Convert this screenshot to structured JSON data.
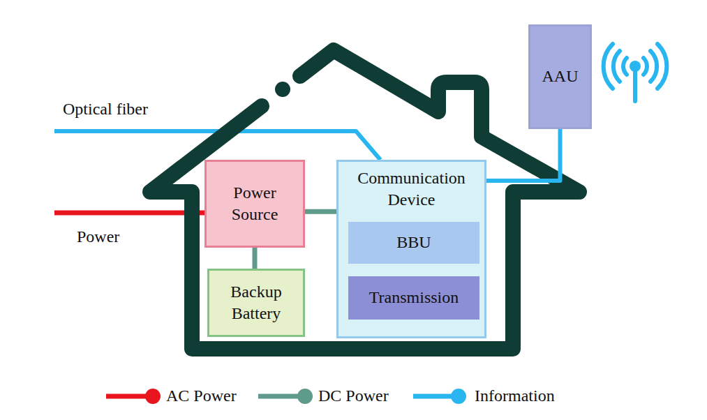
{
  "diagram": {
    "nodes": [
      {
        "text": [
          "AAU"
        ]
      },
      {
        "text": [
          "Power Source"
        ]
      },
      {
        "text": [
          "Communication Device"
        ]
      },
      {
        "text": [
          "BBU"
        ],
        "in": 2
      },
      {
        "text": [
          "Transmission"
        ],
        "in": 2
      },
      {
        "text": [
          "Backup Battery"
        ]
      }
    ],
    "edges": [
      {
        "from": 1,
        "to": 2,
        "arrow": "none"
      },
      {
        "from": 1,
        "to": 5,
        "arrow": "none"
      },
      {
        "from": 2,
        "to": 0,
        "arrow": "none"
      }
    ],
    "labels": [
      "Optical fiber",
      "Power"
    ],
    "legend": [
      {
        "text": "AC Power"
      },
      {
        "text": "DC Power"
      },
      {
        "text": "Information"
      }
    ]
  }
}
